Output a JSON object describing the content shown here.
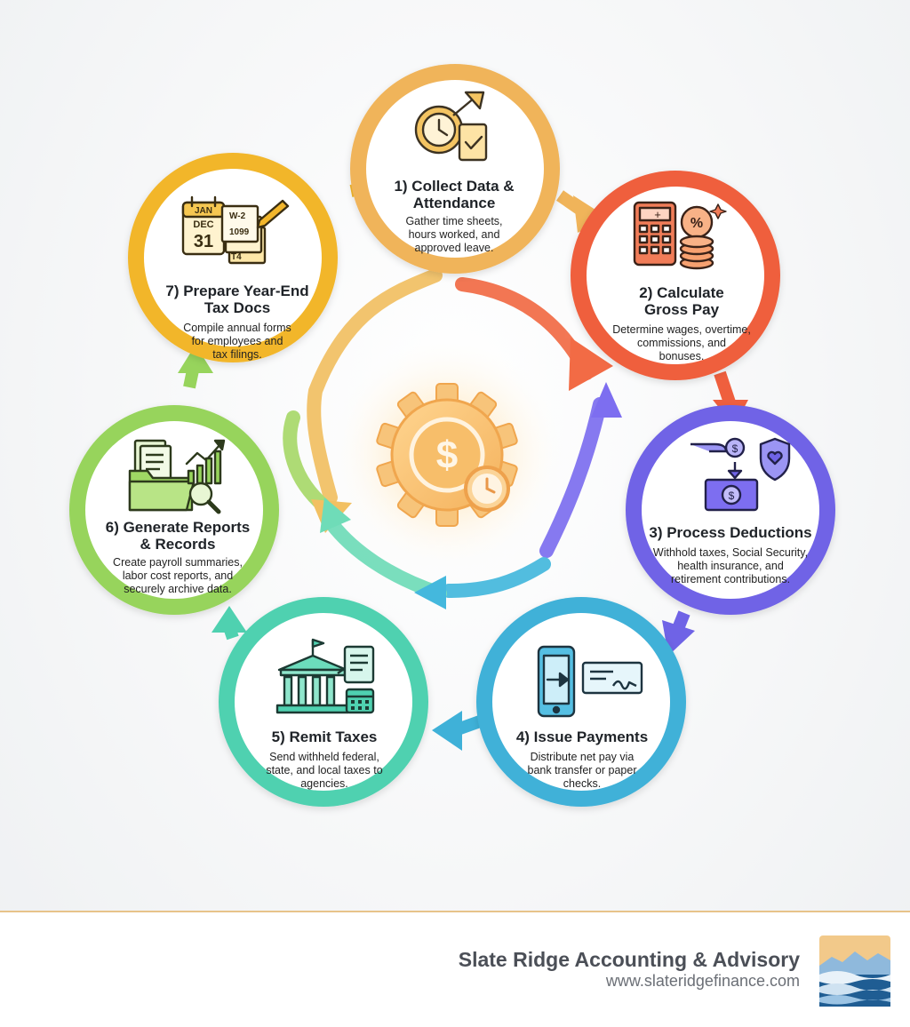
{
  "steps": [
    {
      "title": "1) Collect Data & Attendance",
      "title_lines": [
        "1) Collect Data &",
        "Attendance"
      ],
      "desc_lines": [
        "Gather time sheets,",
        "hours worked, and",
        "approved leave."
      ],
      "icon": "clock-document-icon",
      "color": "#f0b45a"
    },
    {
      "title": "2) Calculate Gross Pay",
      "title_lines": [
        "2) Calculate",
        "Gross Pay"
      ],
      "desc_lines": [
        "Determine wages, overtime,",
        "commissions, and",
        "bonuses."
      ],
      "icon": "calculator-coins-icon",
      "color": "#ef5f3e"
    },
    {
      "title": "3) Process Deductions",
      "title_lines": [
        "3) Process Deductions"
      ],
      "desc_lines": [
        "Withhold taxes, Social Security,",
        "health insurance, and",
        "retirement contributions."
      ],
      "icon": "deduction-shield-icon",
      "color": "#6f63e6"
    },
    {
      "title": "4) Issue Payments",
      "title_lines": [
        "4) Issue Payments"
      ],
      "desc_lines": [
        "Distribute net pay via",
        "bank transfer or paper",
        "checks."
      ],
      "icon": "phone-check-icon",
      "color": "#3fb1d8"
    },
    {
      "title": "5) Remit Taxes",
      "title_lines": [
        "5) Remit Taxes"
      ],
      "desc_lines": [
        "Send withheld federal,",
        "state, and local taxes to",
        "agencies."
      ],
      "icon": "government-building-icon",
      "color": "#4fd1b0"
    },
    {
      "title": "6) Generate Reports & Records",
      "title_lines": [
        "6) Generate Reports",
        "& Records"
      ],
      "desc_lines": [
        "Create payroll summaries,",
        "labor cost reports, and",
        "securely archive data."
      ],
      "icon": "folder-chart-icon",
      "color": "#97d45c"
    },
    {
      "title": "7) Prepare Year-End Tax Docs",
      "title_lines": [
        "7) Prepare Year-End",
        "Tax Docs"
      ],
      "desc_lines": [
        "Compile annual forms",
        "for employees and",
        "tax filings."
      ],
      "icon": "calendar-forms-icon",
      "color": "#f2b62c"
    }
  ],
  "icon_text": {
    "cal_month_top": "JAN",
    "cal_month": "DEC",
    "cal_day": "31",
    "form_w2": "W-2",
    "form_1099": "1099",
    "form_t4": "T4",
    "calc_plus": "+",
    "percent": "%",
    "dollar": "$"
  },
  "center": {
    "icon": "gear-dollar-clock-icon",
    "symbol": "$"
  },
  "footer": {
    "company": "Slate Ridge Accounting & Advisory",
    "website": "www.slateridgefinance.com",
    "logo_icon": "mountain-waves-logo"
  }
}
